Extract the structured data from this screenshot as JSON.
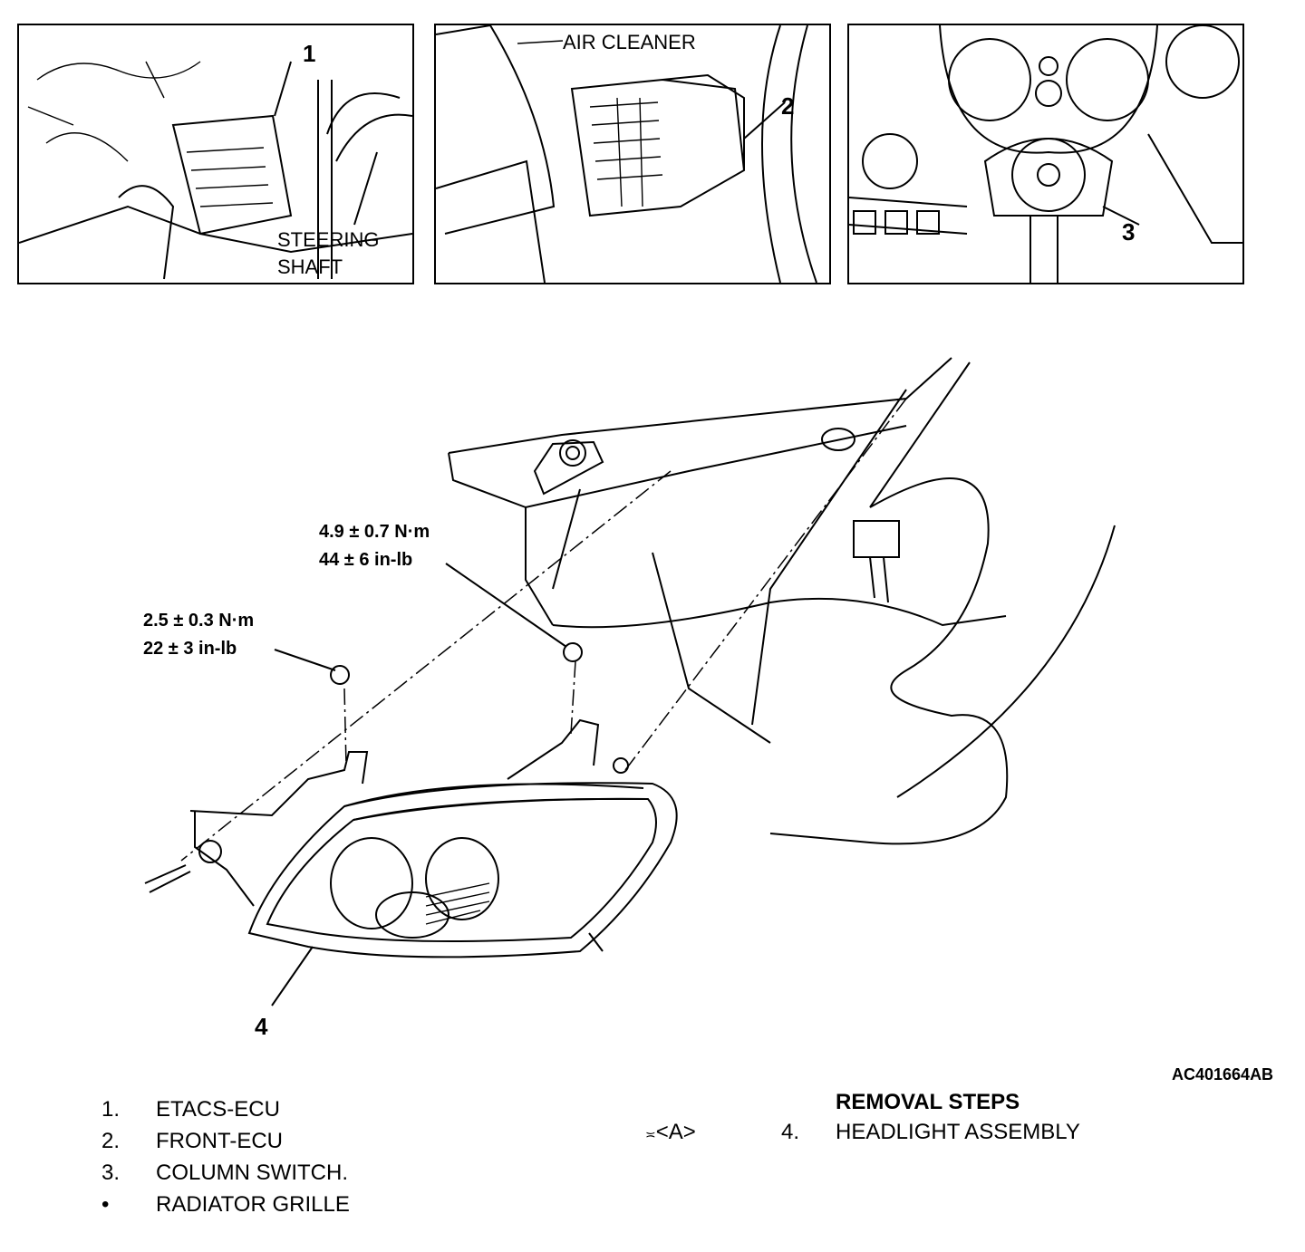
{
  "panels": [
    {
      "callout": "1",
      "labels": [
        "STEERING",
        "SHAFT"
      ]
    },
    {
      "callout": "2",
      "labels": [
        "AIR CLEANER"
      ]
    },
    {
      "callout": "3",
      "labels": []
    }
  ],
  "main": {
    "callout": "4",
    "torque_upper": {
      "metric": "4.9 ± 0.7 N·m",
      "imperial": "44 ± 6 in-lb"
    },
    "torque_lower": {
      "metric": "2.5 ± 0.3 N·m",
      "imperial": "22 ± 3 in-lb"
    }
  },
  "figure_code": "AC401664AB",
  "parts_list": [
    {
      "number": "1.",
      "label": "ETACS-ECU"
    },
    {
      "number": "2.",
      "label": "FRONT-ECU"
    },
    {
      "number": "3.",
      "label": "COLUMN SWITCH."
    },
    {
      "number": "•",
      "label": "RADIATOR GRILLE"
    }
  ],
  "removal": {
    "title": "REMOVAL STEPS",
    "steps": [
      {
        "ref": "<A>",
        "number": "4.",
        "label": "HEADLIGHT ASSEMBLY"
      }
    ]
  }
}
